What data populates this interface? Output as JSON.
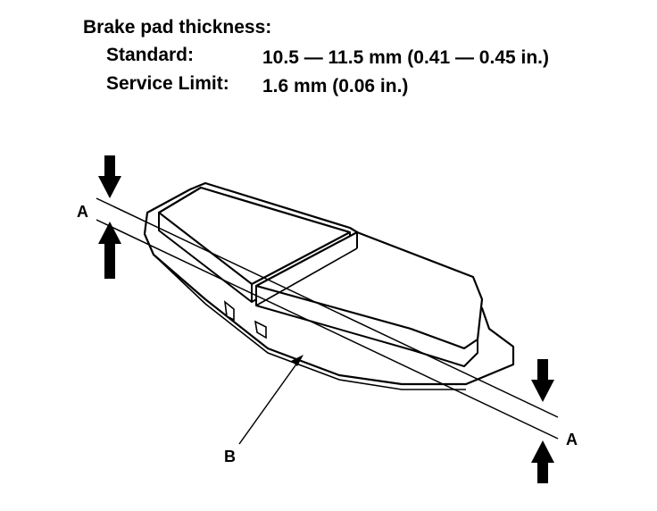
{
  "spec": {
    "heading": "Brake pad thickness:",
    "standard_label": "Standard:",
    "standard_value": "10.5 — 11.5 mm (0.41 — 0.45 in.)",
    "service_limit_label": "Service Limit:",
    "service_limit_value": "1.6 mm (0.06 in.)"
  },
  "callouts": {
    "a_left": "A",
    "a_right": "A",
    "b": "B"
  }
}
